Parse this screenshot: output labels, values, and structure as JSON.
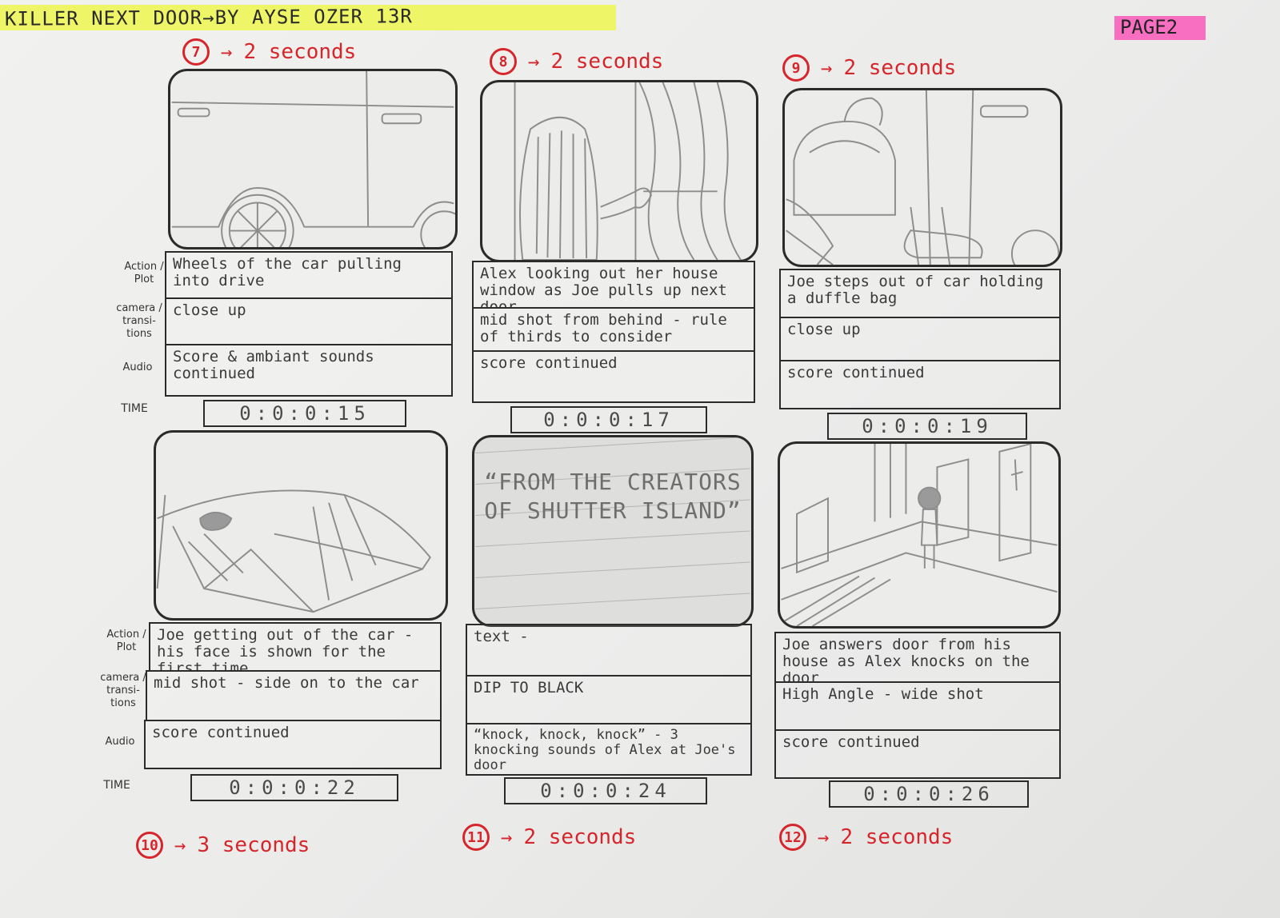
{
  "header": {
    "title": "KILLER NEXT DOOR→BY AYSE OZER 13R",
    "page": "PAGE2"
  },
  "labels": {
    "action_plot": "Action / Plot",
    "camera": "camera / transi- tions",
    "audio": "Audio",
    "time": "TIME"
  },
  "colors": {
    "annotation_red": "#d6262b",
    "title_highlight": "#eef566",
    "page_highlight": "#f86ec0"
  },
  "panels": [
    {
      "number": "7",
      "duration": "2 seconds",
      "sketch": "car-wheel-sketch",
      "action": "Wheels of the car pulling into drive",
      "camera": "close up",
      "audio": "Score & ambiant sounds continued",
      "time": "0:0:0:15"
    },
    {
      "number": "8",
      "duration": "2 seconds",
      "sketch": "girl-at-window-sketch",
      "action": "Alex looking out her house window as Joe pulls up next door",
      "camera": "mid shot from behind - rule of thirds to consider",
      "audio": "score continued",
      "time": "0:0:0:17"
    },
    {
      "number": "9",
      "duration": "2 seconds",
      "sketch": "joe-steps-out-sketch",
      "action": "Joe steps out of car holding a duffle bag",
      "camera": "close up",
      "audio": "score continued",
      "time": "0:0:0:19"
    },
    {
      "number": "10",
      "duration": "3 seconds",
      "sketch": "joe-face-car-sketch",
      "action": "Joe getting out of the car - his face is shown for the first time",
      "camera": "mid shot - side on to the car",
      "audio": "score continued",
      "time": "0:0:0:22"
    },
    {
      "number": "11",
      "duration": "2 seconds",
      "sketch": "title-card-sketch",
      "overlay": "“FROM THE CREATORS OF SHUTTER ISLAND”",
      "action": "text -",
      "camera": "DIP TO BLACK",
      "audio": "“knock, knock, knock” - 3 knocking sounds of Alex at Joe's door",
      "time": "0:0:0:24"
    },
    {
      "number": "12",
      "duration": "2 seconds",
      "sketch": "hallway-door-sketch",
      "action": "Joe answers door from his house as Alex knocks on the door",
      "camera": "High Angle - wide shot",
      "audio": "score continued",
      "time": "0:0:0:26"
    }
  ]
}
